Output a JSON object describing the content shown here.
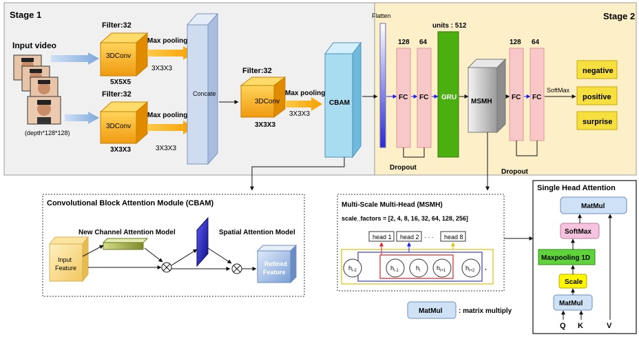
{
  "stage1": {
    "title": "Stage 1",
    "input_label": "Input video",
    "input_dim": "(depth*128*128)",
    "branch_top": {
      "filter": "Filter:32",
      "block": "3DConv",
      "kernel": "5X5X5",
      "pool_label": "Max pooling",
      "pool_size": "3X3X3"
    },
    "branch_bottom": {
      "filter": "Filter:32",
      "block": "3DConv",
      "kernel": "3X3X3",
      "pool_label": "Max pooling",
      "pool_size": "3X3X3"
    },
    "concat": "Concate",
    "mid": {
      "filter": "Filter:32",
      "block": "3DConv",
      "kernel": "3X3X3",
      "pool_label": "Max pooling",
      "pool_size": "3X3X3"
    },
    "cbam": "CBAM"
  },
  "stage2": {
    "title": "Stage 2",
    "flatten": "Flatten",
    "fc1_units": "128",
    "fc2_units": "64",
    "fc": "FC",
    "gru_units": "units : 512",
    "gru": "GRU",
    "msmh": "MSMH",
    "fc3_units": "128",
    "fc4_units": "64",
    "dropout": "Dropout",
    "softmax": "SoftMax",
    "outputs": [
      "negative",
      "positive",
      "surprise"
    ]
  },
  "cbam_module": {
    "title": "Convolutional Block Attention Module (CBAM)",
    "channel": "New Channel Attention Model",
    "spatial": "Spatial Attention Model",
    "input_line1": "Input",
    "input_line2": "Feature",
    "refined_line1": "Refined",
    "refined_line2": "Feature"
  },
  "msmh_module": {
    "title": "Multi-Scale Multi-Head (MSMH)",
    "scale_factors": "scale_factors = [2, 4, 8, 16, 32, 64, 128, 256]",
    "heads": [
      "head 1",
      "head 2",
      "head 8"
    ],
    "dots": "· · ·",
    "nodes": [
      "h",
      "h",
      "h",
      "h",
      "h"
    ],
    "node_subs": [
      "i-2",
      "i-1",
      "i",
      "i+1",
      "i+2"
    ]
  },
  "legend": {
    "box": "MatMul",
    "text": ": matrix multiply"
  },
  "sha": {
    "title": "Single Head Attention",
    "blocks": [
      "MatMul",
      "SoftMax",
      "Maxpooling 1D",
      "Scale",
      "MatMul"
    ],
    "inputs": [
      "Q",
      "K",
      "V"
    ]
  },
  "colors": {
    "stage1_bg": "#f0f0f0",
    "stage2_bg": "#fdf0c8",
    "conv": "#f5a623",
    "cbam": "#a8dcf0",
    "fc": "#f8c8c8",
    "gru": "#4caf10",
    "output": "#f5e040",
    "msmh_box": "#3a3acc",
    "sha_pink": "#f6c3df",
    "sha_green": "#5fd33a",
    "sha_yellow": "#fff700",
    "sha_blue": "#cfe2f5"
  }
}
